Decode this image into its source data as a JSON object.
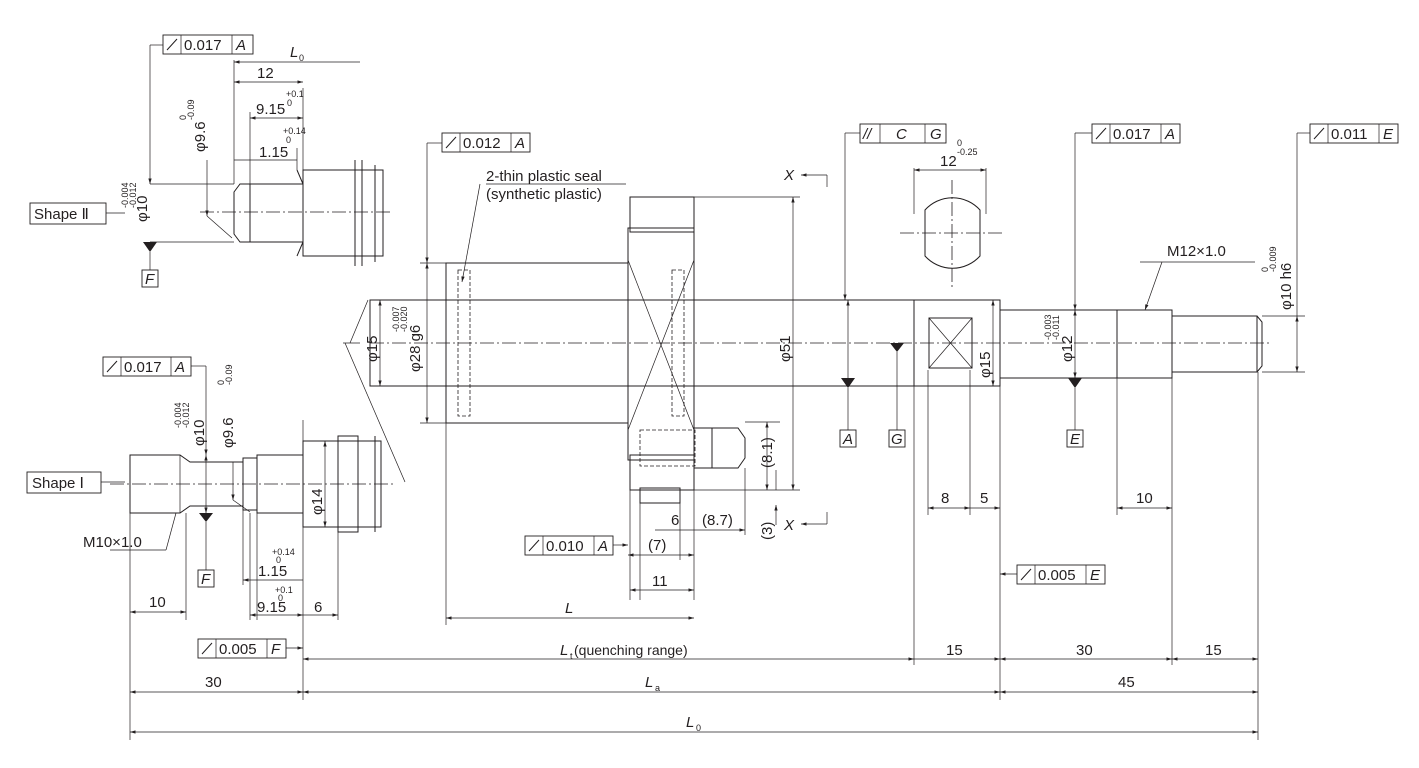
{
  "labels": {
    "shape2": "Shape Ⅱ",
    "shape1": "Shape Ⅰ",
    "seal_line1": "2-thin plastic seal",
    "seal_line2": "(synthetic plastic)",
    "thread_m12": "M12×1.0",
    "thread_m10": "M10×1.0",
    "section_x": "X"
  },
  "gdt": {
    "s2_runout": {
      "tol": "0.017",
      "datum": "A"
    },
    "nut_runout": {
      "tol": "0.012",
      "datum": "A"
    },
    "parallel": {
      "datum1": "C",
      "datum2": "G"
    },
    "right_runout1": {
      "tol": "0.017",
      "datum": "A"
    },
    "right_runout2": {
      "tol": "0.011",
      "datum": "E"
    },
    "s1_runout": {
      "tol": "0.017",
      "datum": "A"
    },
    "flange_runout": {
      "tol": "0.010",
      "datum": "A"
    },
    "shaft_runout": {
      "tol": "0.005",
      "datum": "E"
    },
    "left_runout": {
      "tol": "0.005",
      "datum": "F"
    }
  },
  "datums": {
    "A": "A",
    "G": "G",
    "E": "E",
    "F_top": "F",
    "F_bottom": "F"
  },
  "dims": {
    "s2_L0": "L",
    "s2_L0_sub": "0",
    "s2_12": "12",
    "s2_915": "9.15",
    "s2_915_tol_u": "+0.1",
    "s2_915_tol_l": "0",
    "s2_115": "1.15",
    "s2_115_tol_u": "+0.14",
    "s2_115_tol_l": "0",
    "s2_phi96": "φ9.6",
    "s2_phi96_tol_u": "0",
    "s2_phi96_tol_l": "-0.09",
    "s2_phi10": "φ10",
    "s2_phi10_tol_u": "-0.004",
    "s2_phi10_tol_l": "-0.012",
    "s1_phi10": "φ10",
    "s1_phi10_tol_u": "-0.004",
    "s1_phi10_tol_l": "-0.012",
    "s1_phi96": "φ9.6",
    "s1_phi96_tol_u": "0",
    "s1_phi96_tol_l": "-0.09",
    "s1_phi14": "φ14",
    "s1_115": "1.15",
    "s1_115_tol_u": "+0.14",
    "s1_115_tol_l": "0",
    "s1_915": "9.15",
    "s1_915_tol_u": "+0.1",
    "s1_915_tol_l": "0",
    "s1_10": "10",
    "s1_6": "6",
    "phi15_left": "φ15",
    "phi28": "φ28 g6",
    "phi28_tol_u": "-0.007",
    "phi28_tol_l": "-0.020",
    "phi51": "φ51",
    "phi15_right": "φ15",
    "phi12": "φ12",
    "phi12_tol_u": "-0.003",
    "phi12_tol_l": "-0.011",
    "phi10h6": "φ10 h6",
    "phi10h6_tol_u": "0",
    "phi10h6_tol_l": "-0.009",
    "flat_12": "12",
    "flat_12_tol_u": "0",
    "flat_12_tol_l": "-0.25",
    "d8_1": "(8.1)",
    "d3": "(3)",
    "d6": "6",
    "d8_7": "(8.7)",
    "d7": "(7)",
    "d11": "11",
    "dL": "L",
    "d8": "8",
    "d5": "5",
    "d10_right": "10",
    "Lt": "L",
    "Lt_sub": "t",
    "Lt_note": " (quenching range)",
    "d15_a": "15",
    "d30_a": "30",
    "d15_b": "15",
    "d30_left": "30",
    "La": "L",
    "La_sub": "a",
    "d45": "45",
    "L0": "L",
    "L0_sub": "0"
  }
}
